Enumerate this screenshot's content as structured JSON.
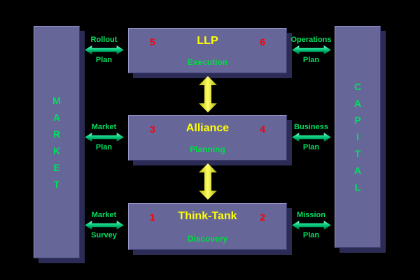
{
  "diagram": {
    "left_bar": {
      "label": "MARKET",
      "letters": [
        "M",
        "A",
        "R",
        "K",
        "E",
        "T"
      ]
    },
    "right_bar": {
      "label": "CAPITAL",
      "letters": [
        "C",
        "A",
        "P",
        "I",
        "T",
        "A",
        "L"
      ]
    },
    "rows": [
      {
        "title": "LLP",
        "subtitle": "Execution",
        "left_number": "5",
        "right_number": "6",
        "left_link": {
          "top": "Rollout",
          "bottom": "Plan"
        },
        "right_link": {
          "top": "Operations",
          "bottom": "Plan"
        }
      },
      {
        "title": "Alliance",
        "subtitle": "Planning",
        "left_number": "3",
        "right_number": "4",
        "left_link": {
          "top": "Market",
          "bottom": "Plan"
        },
        "right_link": {
          "top": "Business",
          "bottom": "Plan"
        }
      },
      {
        "title": "Think-Tank",
        "subtitle": "Discovery",
        "left_number": "1",
        "right_number": "2",
        "left_link": {
          "top": "Market",
          "bottom": "Survey"
        },
        "right_link": {
          "top": "Mission",
          "bottom": "Plan"
        }
      }
    ]
  },
  "colors": {
    "background": "#000000",
    "node_fill": "#666699",
    "node_shadow": "#2b2b55",
    "title_text": "#ffff00",
    "subtitle_text": "#00dd44",
    "number_text": "#ff0000",
    "bar_letter_text": "#00e060",
    "link_text": "#00e060",
    "horizontal_arrow": "#00c878",
    "vertical_arrow": "#ffff00"
  }
}
